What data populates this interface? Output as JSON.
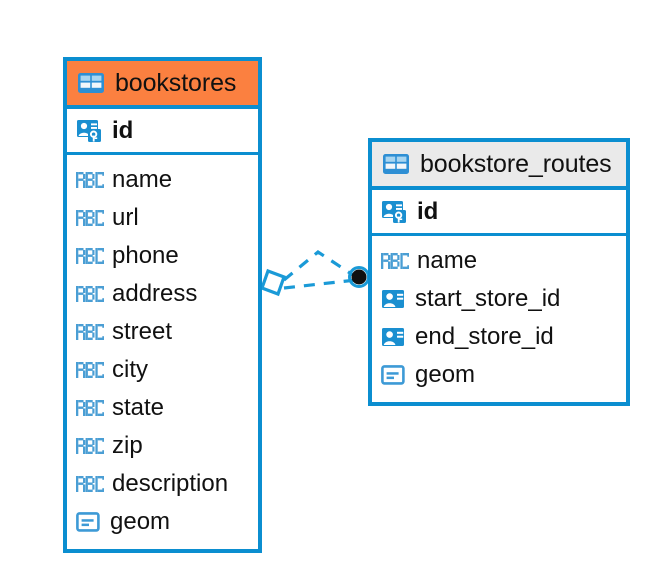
{
  "diagram": {
    "type": "entity-relationship-diagram",
    "background_color": "#ffffff",
    "accent_color": "#0b8ed0",
    "highlight_color": "#fb8040",
    "header_grey": "#eaeaea"
  },
  "entities": [
    {
      "name": "bookstores",
      "header_style": "hl-orange",
      "header_icon": "table-icon",
      "primary_key": {
        "label": "id",
        "icon": "primary-key-icon"
      },
      "fields": [
        {
          "label": "name",
          "icon": "abc-text-icon"
        },
        {
          "label": "url",
          "icon": "abc-text-icon"
        },
        {
          "label": "phone",
          "icon": "abc-text-icon"
        },
        {
          "label": "address",
          "icon": "abc-text-icon"
        },
        {
          "label": "street",
          "icon": "abc-text-icon"
        },
        {
          "label": "city",
          "icon": "abc-text-icon"
        },
        {
          "label": "state",
          "icon": "abc-text-icon"
        },
        {
          "label": "zip",
          "icon": "abc-text-icon"
        },
        {
          "label": "description",
          "icon": "abc-text-icon"
        },
        {
          "label": "geom",
          "icon": "geometry-icon"
        }
      ]
    },
    {
      "name": "bookstore_routes",
      "header_style": "hl-grey",
      "header_icon": "table-icon",
      "primary_key": {
        "label": "id",
        "icon": "primary-key-icon"
      },
      "fields": [
        {
          "label": "name",
          "icon": "abc-text-icon"
        },
        {
          "label": "start_store_id",
          "icon": "foreign-key-icon"
        },
        {
          "label": "end_store_id",
          "icon": "foreign-key-icon"
        },
        {
          "label": "geom",
          "icon": "geometry-icon"
        }
      ]
    }
  ],
  "relationship": {
    "style": "dashed",
    "color": "#1a9ad7",
    "source_marker": "diamond",
    "target_marker": "filled-circle",
    "target_marker_fill": "#000000"
  }
}
